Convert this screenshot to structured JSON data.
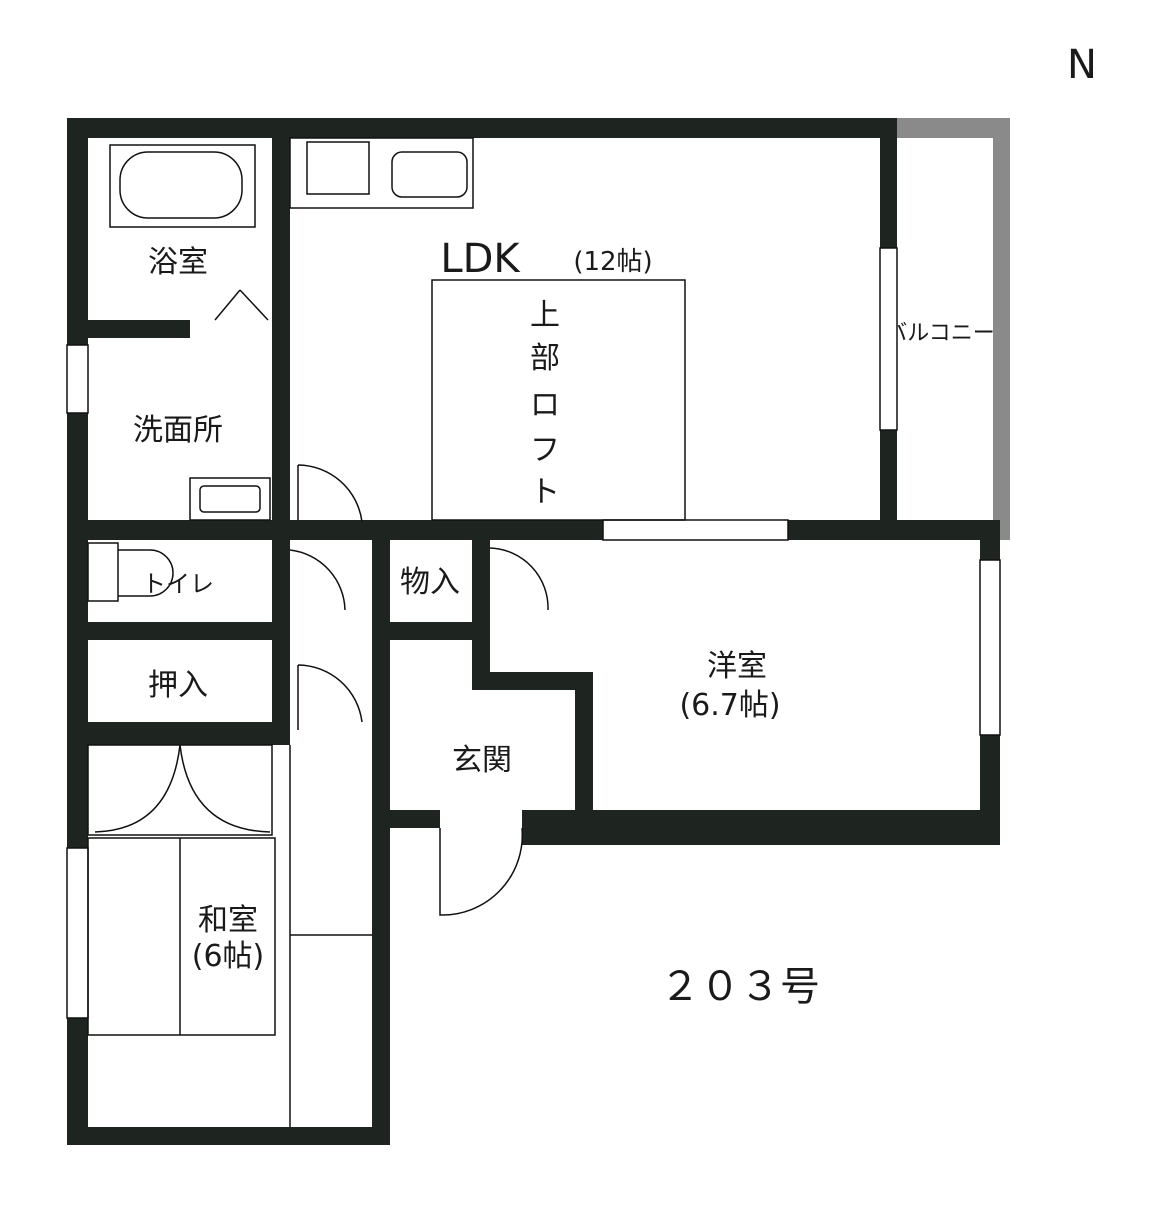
{
  "compass": "N",
  "unit_number": "２０３号",
  "rooms": {
    "ldk": "LDK",
    "ldk_size": "(12帖)",
    "loft": [
      "上",
      "部",
      "ロ",
      "フ",
      "ト"
    ],
    "bath": "浴室",
    "washroom": "洗面所",
    "toilet": "トイレ",
    "closet": "押入",
    "storage": "物入",
    "entrance": "玄関",
    "western": "洋室",
    "western_size": "(6.7帖)",
    "japanese": "和室",
    "japanese_size": "(6帖)",
    "balcony": "バルコニー"
  },
  "colors": {
    "wall": "#1e2420",
    "balcony": "#8a8a8a"
  }
}
